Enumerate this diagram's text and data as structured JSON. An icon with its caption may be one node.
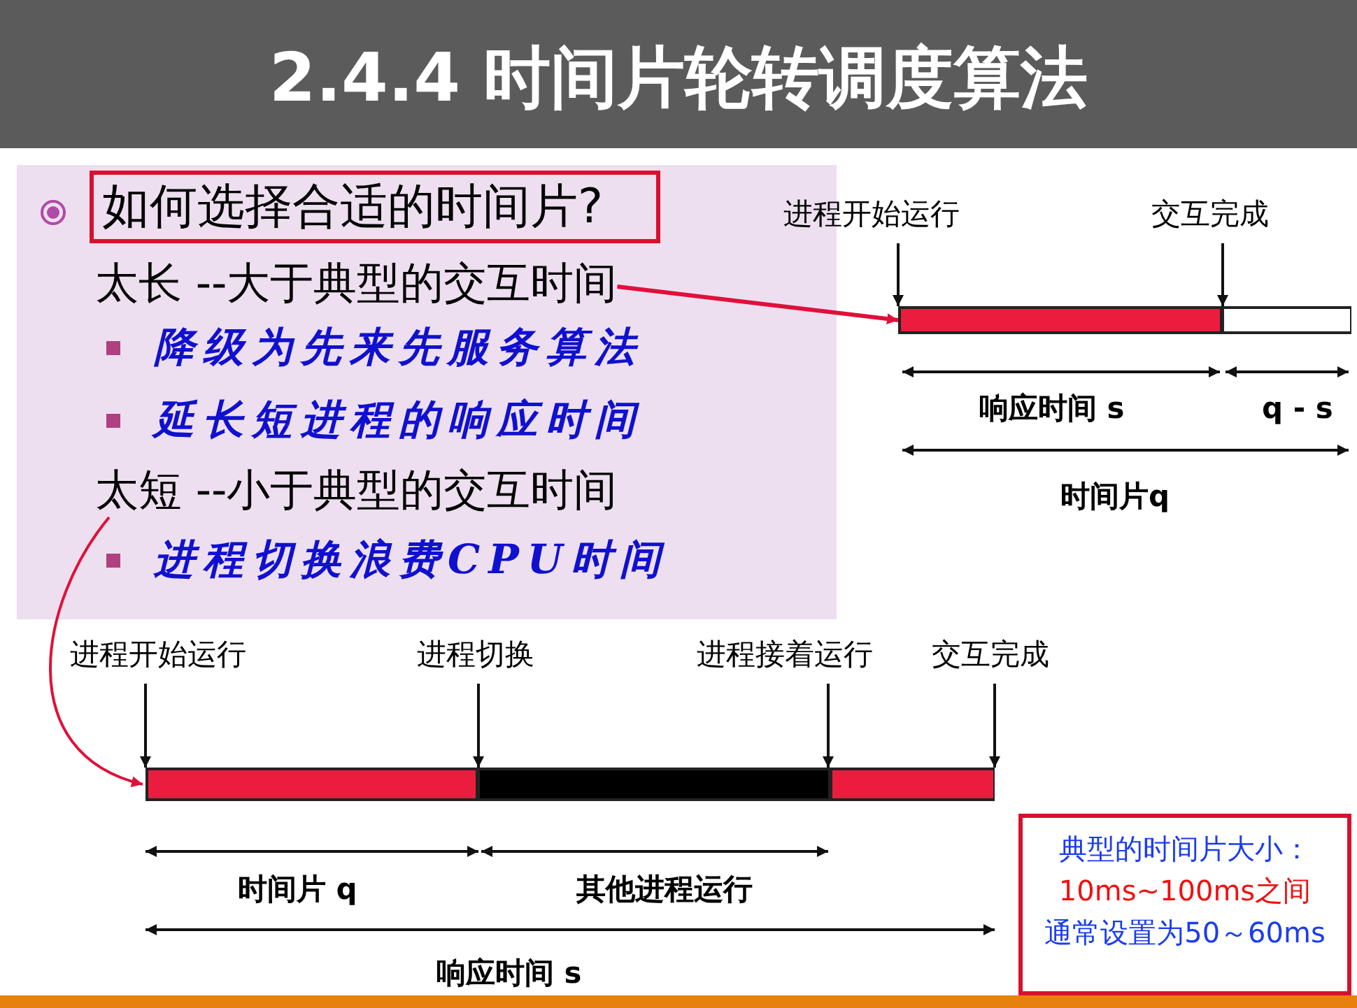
{
  "diagram": {
    "title": "2.4.4 时间片轮转调度算法",
    "nodes": [
      {
        "text": [],
        "shape": "box"
      },
      {
        "text": [
          "如何选择合适的时间片?"
        ],
        "in": 0
      },
      {
        "text": [
          "太长 --大于典型的交互时间"
        ],
        "in": 0
      },
      {
        "text": [
          "太短 --小于典型的交互时间"
        ],
        "in": 0
      },
      {
        "text": [
          "进程开始运行"
        ]
      },
      {
        "text": [
          "交互完成"
        ]
      },
      {
        "text": [],
        "shape": "bar"
      },
      {
        "text": [
          "进程开始运行"
        ]
      },
      {
        "text": [
          "进程切换"
        ]
      },
      {
        "text": [
          "进程接着运行"
        ]
      },
      {
        "text": [
          "交互完成"
        ]
      },
      {
        "text": [],
        "shape": "bar"
      },
      {
        "text": [
          "典型的时间片大小：",
          "10ms~100ms之间",
          "通常设置为50～60ms"
        ]
      }
    ],
    "edges": [
      {
        "from": 2,
        "to": 6,
        "arrow": "to",
        "color": "#e0103a"
      },
      {
        "from": 3,
        "to": 11,
        "arrow": "to",
        "color": "#e0103a"
      },
      {
        "from": 4,
        "to": 6,
        "arrow": "to"
      },
      {
        "from": 5,
        "to": 6,
        "arrow": "to"
      },
      {
        "from": 7,
        "to": 11,
        "arrow": "to"
      },
      {
        "from": 8,
        "to": 11,
        "arrow": "to"
      },
      {
        "from": 9,
        "to": 11,
        "arrow": "to"
      },
      {
        "from": 10,
        "to": 11,
        "arrow": "to"
      }
    ],
    "labels": [
      "降级为先来先服务算法",
      "延长短进程的响应时间",
      "进程切换浪费CPU时间",
      "响应时间 s",
      "q - s",
      "时间片q",
      "时间片 q",
      "其他进程运行",
      "响应时间 s"
    ]
  }
}
